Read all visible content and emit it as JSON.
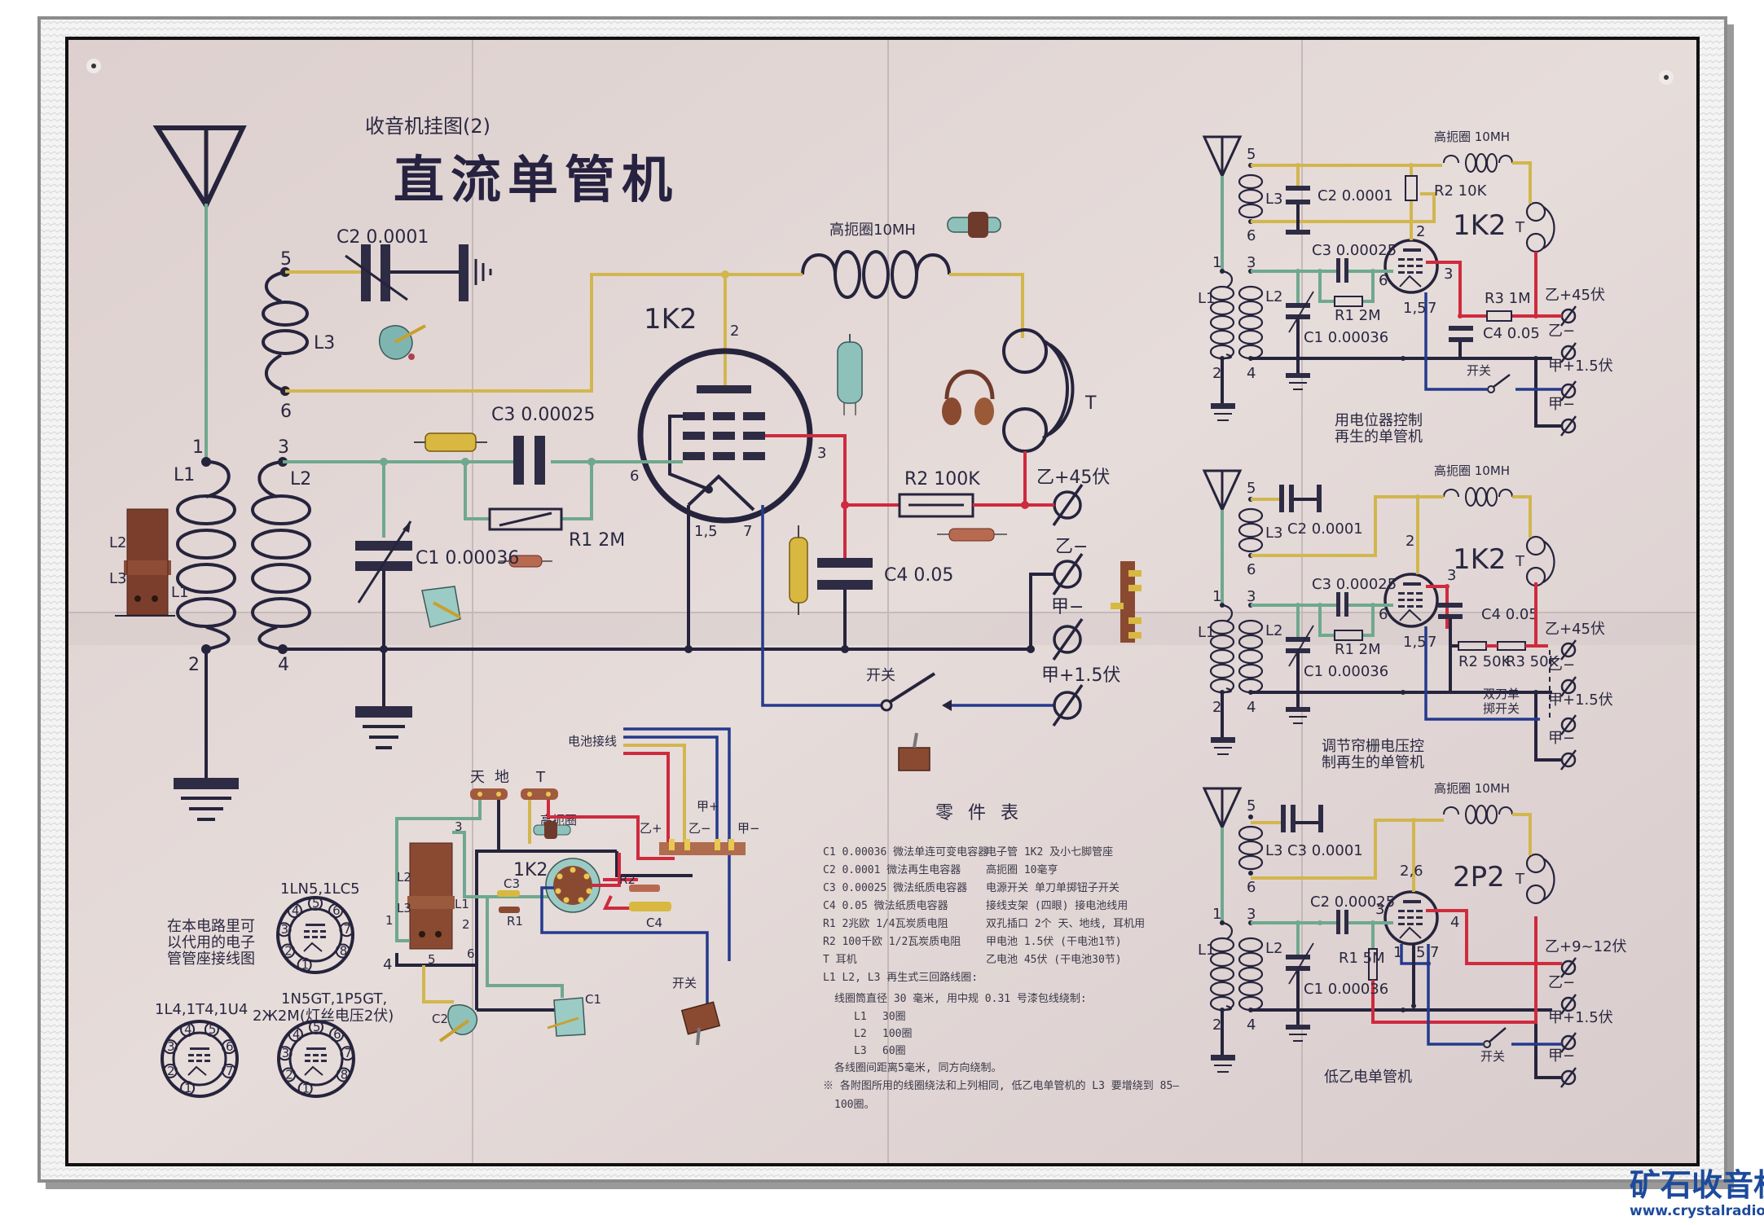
{
  "poster": {
    "series_label": "收音机挂图(2)",
    "title": "直流单管机",
    "colors": {
      "paper": "#e2d6d4",
      "ink": "#26243c",
      "wire_yellow": "#d2b64e",
      "wire_green": "#6fa88e",
      "wire_red": "#cf2a3e",
      "wire_blue": "#243a8c",
      "component_brown": "#8a4a32",
      "component_teal": "#8fc1bb"
    }
  },
  "main_schematic": {
    "tube": "1K2",
    "antenna_label": "",
    "coil_labels": {
      "L1": "L1",
      "L2": "L2",
      "L3": "L3"
    },
    "pins": {
      "p1": "1",
      "p2": "2",
      "p3": "3",
      "p4": "4",
      "p5": "5",
      "p6": "6",
      "tube_p2": "2",
      "tube_p3": "3",
      "tube_p6": "6",
      "tube_p15": "1,5",
      "tube_p7": "7"
    },
    "components": {
      "C1": "C1 0.00036",
      "C2": "C2 0.0001",
      "C3": "C3 0.00025",
      "C4": "C4 0.05",
      "R1": "R1 2M",
      "R2": "R2 100K",
      "choke": "高扼圈10MH",
      "phones": "T",
      "switch": "开关"
    },
    "terminals": [
      "乙+45伏",
      "乙−",
      "甲−",
      "甲+1.5伏"
    ],
    "coil_form_labels": [
      "L2",
      "L3",
      "L1"
    ]
  },
  "wiring_diagram": {
    "battery_label": "电池接线",
    "antenna_ground_labels": [
      "天",
      "地"
    ],
    "phones_label": "T",
    "choke_label": "高扼圈",
    "tube_label": "1K2",
    "terminal_strip_labels": [
      "乙+",
      "乙−",
      "甲+",
      "甲−"
    ],
    "part_labels": [
      "C3",
      "R1",
      "R2",
      "C4",
      "C1",
      "C2",
      "L1",
      "L2",
      "L3"
    ],
    "pin_labels": [
      "1",
      "2",
      "3",
      "4",
      "5",
      "6"
    ],
    "switch_label": "开关"
  },
  "tube_bases": {
    "note": [
      "在本电路里可",
      "以代用的电子",
      "管管座接线图"
    ],
    "bases": [
      {
        "name": "1LN5,1LC5",
        "pins": [
          "1",
          "2",
          "3",
          "4",
          "5",
          "6",
          "7",
          "8"
        ]
      },
      {
        "name": "1L4,1T4,1U4",
        "pins": [
          "1",
          "2",
          "3",
          "4",
          "5",
          "6",
          "7"
        ]
      },
      {
        "name": "1N5GT,1P5GT,",
        "name2": "2Ж2M(灯丝电压2伏)",
        "pins": [
          "1",
          "2",
          "3",
          "4",
          "5",
          "6",
          "7",
          "8"
        ]
      }
    ]
  },
  "parts_table": {
    "title": "零件表",
    "left": [
      "C1  0.00036 微法单连可变电容器",
      "C2  0.0001 微法再生电容器",
      "C3  0.00025 微法纸质电容器",
      "C4  0.05 微法纸质电容器",
      "R1  2兆欧 1/4瓦炭质电阻",
      "R2  100千欧 1/2瓦炭质电阻",
      "T   耳机",
      "L1 L2, L3  再生式三回路线圈:"
    ],
    "right": [
      "电子管  1K2 及小七脚管座",
      "高扼圈  10毫亨",
      "电源开关  单刀单掷钮子开关",
      "接线支架  (四眼) 接电池线用",
      "双孔插口 2个  天、地线, 耳机用",
      "甲电池  1.5伏 (干电池1节)",
      "乙电池  45伏 (干电池30节)"
    ],
    "coil_spec": "线圈筒直径 30 毫米, 用中规 0.31 号漆包线绕制:",
    "windings": [
      {
        "coil": "L1",
        "turns": "30圈"
      },
      {
        "coil": "L2",
        "turns": "100圈"
      },
      {
        "coil": "L3",
        "turns": "60圈"
      }
    ],
    "spacing_note": "各线圈间距离5毫米, 同方向绕制。",
    "footnote_1": "※ 各附图所用的线圈绕法和上列相同, 低乙电单管机的 L3 要增绕到 85—",
    "footnote_2": "100圈。"
  },
  "side_schematics": [
    {
      "caption": [
        "用电位器控制",
        "再生的单管机"
      ],
      "tube": "1K2",
      "choke": "高扼圈 10MH",
      "components": [
        "C2 0.0001",
        "R2 10K",
        "C3 0.00025",
        "R1 2M",
        "C1 0.00036",
        "R3 1M",
        "C4 0.05"
      ],
      "terminals": [
        "乙+45伏",
        "乙−",
        "甲+1.5伏",
        "甲−"
      ],
      "switch": "开关",
      "tube_pins": [
        "2",
        "3",
        "6",
        "1,5",
        "7"
      ],
      "coil_pins": [
        "1",
        "2",
        "3",
        "4",
        "5",
        "6"
      ]
    },
    {
      "caption": [
        "调节帘栅电压控",
        "制再生的单管机"
      ],
      "tube": "1K2",
      "choke": "高扼圈 10MH",
      "components": [
        "C2 0.0001",
        "C3 0.00025",
        "R1 2M",
        "C1 0.00036",
        "C4 0.05",
        "R2 50K",
        "R3 50K"
      ],
      "terminals": [
        "乙+45伏",
        "乙−",
        "甲+1.5伏",
        "甲−"
      ],
      "switch": [
        "双刀单",
        "掷开关"
      ],
      "tube_pins": [
        "2",
        "3",
        "6",
        "1,5",
        "7"
      ],
      "coil_pins": [
        "1",
        "2",
        "3",
        "4",
        "5",
        "6"
      ]
    },
    {
      "caption": [
        "低乙电单管机"
      ],
      "tube": "2P2",
      "choke": "高扼圈 10MH",
      "components": [
        "C3 0.0001",
        "C2 0.00025",
        "R1 5M",
        "C1 0.00036"
      ],
      "terminals": [
        "乙+9~12伏",
        "乙−",
        "甲+1.5伏",
        "甲−"
      ],
      "switch": "开关",
      "tube_pins": [
        "2,6",
        "3",
        "4",
        "1",
        "5",
        "7"
      ],
      "coil_pins": [
        "1",
        "2",
        "3",
        "4",
        "5",
        "6"
      ]
    }
  ],
  "watermark": {
    "brand": "矿石收音机",
    "url": "www.crystalradio.cn"
  }
}
